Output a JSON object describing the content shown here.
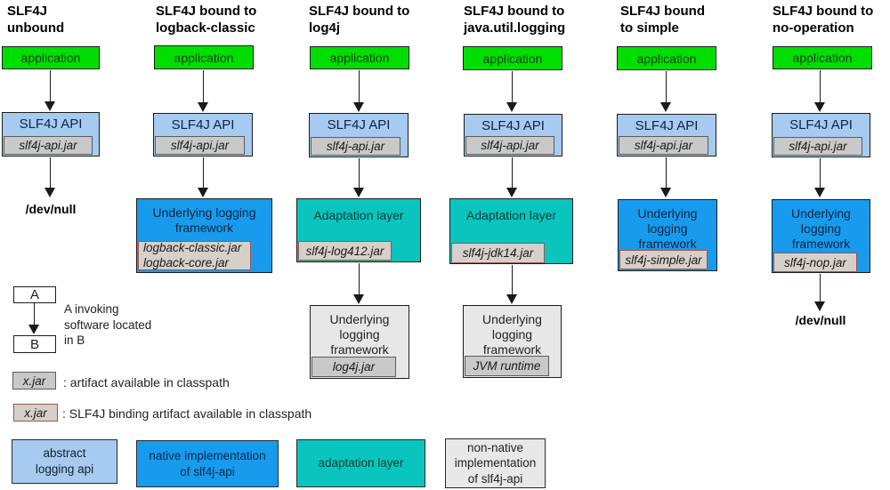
{
  "diagram": {
    "columns": [
      {
        "title": "SLF4J\nunbound",
        "app_label": "application",
        "api_label": "SLF4J API",
        "api_jar": "slf4j-api.jar",
        "sink": "/dev/null"
      },
      {
        "title": "SLF4J bound to\nlogback-classic",
        "app_label": "application",
        "api_label": "SLF4J API",
        "api_jar": "slf4j-api.jar",
        "framework": {
          "label": "Underlying logging\nframework",
          "jar": "logback-classic.jar\nlogback-core.jar",
          "jar_is_binding": true
        }
      },
      {
        "title": "SLF4J bound to\nlog4j",
        "app_label": "application",
        "api_label": "SLF4J API",
        "api_jar": "slf4j-api.jar",
        "adaptation": {
          "label": "Adaptation layer",
          "jar": "slf4j-log412.jar",
          "jar_is_binding": true
        },
        "framework": {
          "label": "Underlying\nlogging\nframework",
          "jar": "log4j.jar",
          "jar_is_binding": false
        }
      },
      {
        "title": "SLF4J bound to\njava.util.logging",
        "app_label": "application",
        "api_label": "SLF4J API",
        "api_jar": "slf4j-api.jar",
        "adaptation": {
          "label": "Adaptation layer",
          "jar": "slf4j-jdk14.jar",
          "jar_is_binding": true
        },
        "framework": {
          "label": "Underlying\nlogging\nframework",
          "jar": "JVM runtime",
          "jar_is_binding": false
        }
      },
      {
        "title": "SLF4J bound\nto simple",
        "app_label": "application",
        "api_label": "SLF4J API",
        "api_jar": "slf4j-api.jar",
        "framework": {
          "label": "Underlying\nlogging\nframework",
          "jar": "slf4j-simple.jar",
          "jar_is_binding": true
        }
      },
      {
        "title": "SLF4J bound to\nno-operation",
        "app_label": "application",
        "api_label": "SLF4J API",
        "api_jar": "slf4j-api.jar",
        "framework": {
          "label": "Underlying\nlogging\nframework",
          "jar": "slf4j-nop.jar",
          "jar_is_binding": true
        },
        "sink": "/dev/null"
      }
    ],
    "legend": {
      "box_a": "A",
      "box_b": "B",
      "invoke_text": "A invoking\nsoftware located\nin B",
      "jar_plain": "x.jar",
      "jar_plain_desc": ": artifact available in classpath",
      "jar_binding": "x.jar",
      "jar_binding_desc": ": SLF4J binding artifact available in classpath"
    },
    "color_key": [
      {
        "label": "abstract\nlogging api",
        "color": "#A6CAF0"
      },
      {
        "label": "native implementation\nof slf4j-api",
        "color": "#189BEC"
      },
      {
        "label": "adaptation layer",
        "color": "#0AC5BE"
      },
      {
        "label": "non-native\nimplementation\nof slf4j-api",
        "color": "#E8E8E8"
      }
    ],
    "colors": {
      "application": "#00DE00",
      "abstract_api": "#A6CAF0",
      "native_impl": "#189BEC",
      "adaptation": "#0AC5BE",
      "non_native": "#E8E8E8",
      "jar_fill": "#C9C9C9",
      "binding_jar_fill": "#D6D0CA",
      "binding_jar_border": "#9C554F"
    }
  }
}
